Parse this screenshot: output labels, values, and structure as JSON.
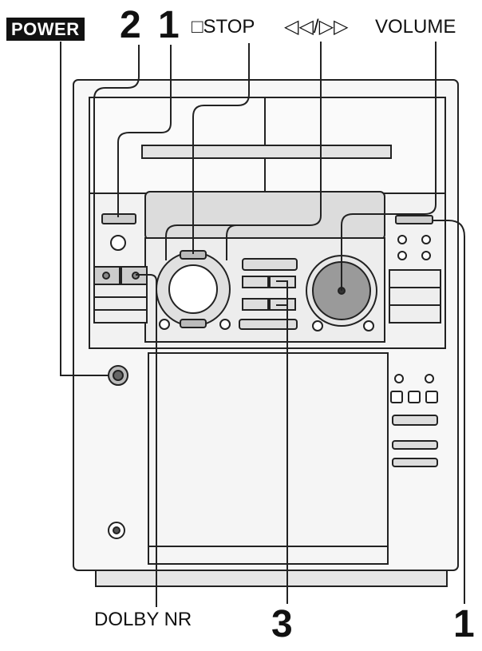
{
  "labels": {
    "power": "POWER",
    "num_2": "2",
    "num_1_top": "1",
    "stop": "□STOP",
    "skip": "◁◁/▷▷",
    "volume": "VOLUME",
    "dolby_nr": "DOLBY NR",
    "num_3": "3",
    "num_1_bottom": "1"
  },
  "colors": {
    "line": "#222222",
    "panel_light": "#f4f4f4",
    "panel_mid": "#d9d9d9",
    "panel_dark": "#9a9a9a",
    "power_bg": "#111111",
    "power_fg": "#ffffff"
  }
}
